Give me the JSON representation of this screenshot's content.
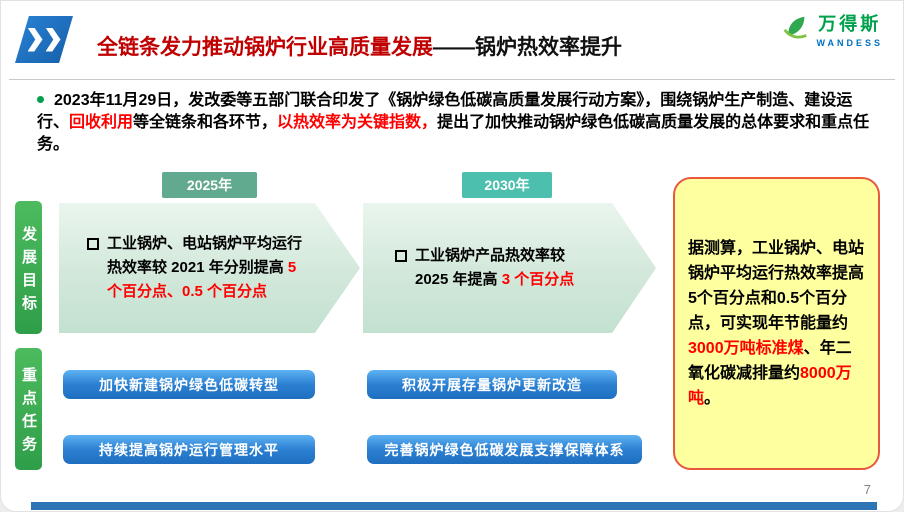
{
  "header": {
    "title_red": "全链条发力推动锅炉行业高质量发展",
    "title_black": "——锅炉热效率提升",
    "logo": {
      "cn": "万得斯",
      "en": "WANDESS"
    }
  },
  "intro": {
    "seg1": "2023年11月29日，发改委等五部门联合印发了《锅炉绿色低碳高质量发展行动方案》，围绕锅炉生产制造、建设运行、",
    "seg2_red": "回收利用",
    "seg3": "等全链条和各环节，",
    "seg4_red": "以热效率为关键指数，",
    "seg5": "提出了加快推动锅炉绿色低碳高质量发展的总体要求和重点任务。"
  },
  "timeline": {
    "year1": "2025年",
    "year2": "2030年",
    "goal1": {
      "seg1": "工业锅炉、电站锅炉平均运行热效率较 2021 年分别提高 ",
      "seg2_red": "5 个百分点、0.5 个百分点"
    },
    "goal2": {
      "seg1": "工业锅炉产品热效率较2025 年提高 ",
      "seg2_red": "3 个百分点"
    }
  },
  "sections": {
    "goals_label": "发展目标",
    "tasks_label": "重点任务"
  },
  "callout": {
    "seg1": "据测算，工业锅炉、电站锅炉平均运行热效率提高5个百分点和0.5个百分点，可实现年节能量约",
    "seg2_red": "3000万吨标准煤",
    "seg3": "、年二氧化碳减排量约",
    "seg4_red": "8000万吨",
    "seg5": "。"
  },
  "tasks": [
    "加快新建锅炉绿色低碳转型",
    "积极开展存量锅炉更新改造",
    "持续提高锅炉运行管理水平",
    "完善锅炉绿色低碳发展支撑保障体系"
  ],
  "page_number": "7",
  "colors": {
    "title_red": "#C00000",
    "highlight_red": "#FF0000",
    "brand_green": "#00A14B",
    "logo_en_blue": "#0070C0",
    "side_label_green": "#3BAA50",
    "year_badge_teal": "#4CBFAE",
    "arrow_fill_green": "#D2E8DA",
    "task_button_blue": "#2B80D2",
    "callout_yellow": "#FEFF9E",
    "callout_border": "#E9573F",
    "footer_bar_blue": "#2E75B6"
  }
}
